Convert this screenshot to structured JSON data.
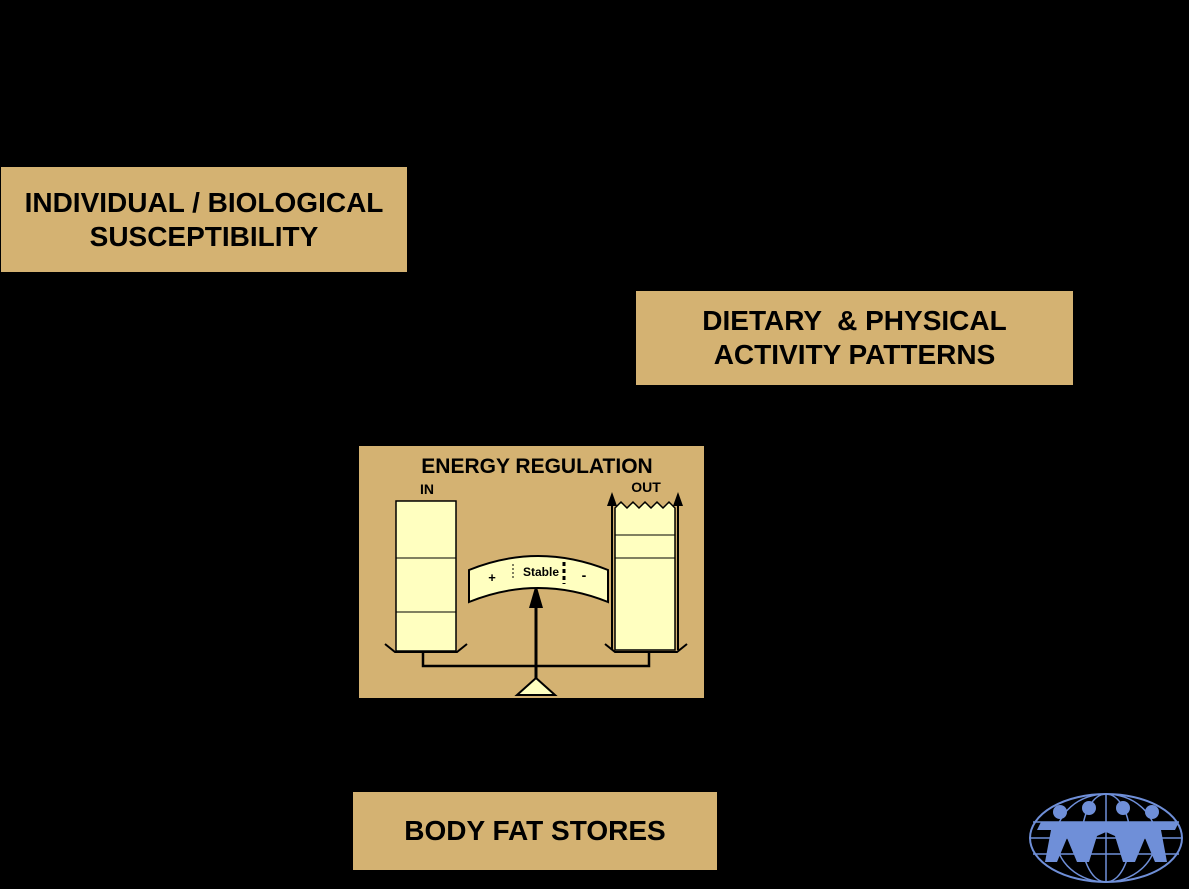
{
  "boxes": {
    "biological": {
      "line1": "INDIVIDUAL / BIOLOGICAL",
      "line2": "SUSCEPTIBILITY"
    },
    "dietary": {
      "line1": "DIETARY  & PHYSICAL",
      "line2": "ACTIVITY PATTERNS"
    },
    "body_fat": {
      "label": "BODY FAT STORES"
    }
  },
  "energy": {
    "title": "ENERGY REGULATION",
    "in_label": "IN",
    "out_label": "OUT",
    "gauge": {
      "plus": "+",
      "stable": "Stable",
      "minus": "-"
    }
  },
  "colors": {
    "box_fill": "#d4b272",
    "column_fill": "#ffffc0",
    "background": "#000000",
    "logo_blue": "#6f8fd8"
  },
  "logo": {
    "icon": "globe-people-logo-icon"
  }
}
